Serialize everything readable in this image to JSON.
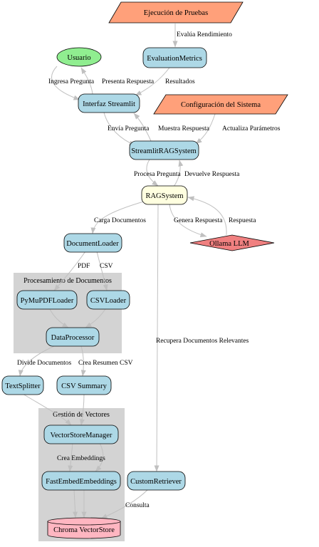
{
  "nodes": {
    "ejecucion": "Ejecución de Pruebas",
    "evaluation": "EvaluationMetrics",
    "usuario": "Usuario",
    "interfaz": "Interfaz Streamlit",
    "configuracion": "Configuración del Sistema",
    "streamlit_rag": "StreamlitRAGSystem",
    "rag": "RAGSystem",
    "document_loader": "DocumentLoader",
    "ollama": "Ollama LLM",
    "pymupdf": "PyMuPDFLoader",
    "csvloader": "CSVLoader",
    "dataprocessor": "DataProcessor",
    "textsplitter": "TextSplitter",
    "csvsummary": "CSV Summary",
    "vectorstore_manager": "VectorStoreManager",
    "fastembed": "FastEmbedEmbeddings",
    "custom_retriever": "CustomRetriever",
    "chroma": "Chroma VectorStore"
  },
  "clusters": {
    "procesamiento": "Procesamiento de Documentos",
    "gestion": "Gestión de Vectores"
  },
  "edges": {
    "evalua": "Evalúa Rendimiento",
    "ingresa": "Ingresa Pregunta",
    "presenta": "Presenta Respuesta",
    "resultados": "Resultados",
    "envia": "Envía Pregunta",
    "muestra": "Muestra Respuesta",
    "actualiza": "Actualiza Parámetros",
    "procesa": "Procesa Pregunta",
    "devuelve": "Devuelve Respuesta",
    "carga": "Carga Documentos",
    "genera": "Genera Respuesta",
    "respuesta": "Respuesta",
    "pdf": "PDF",
    "csv": "CSV",
    "recupera": "Recupera Documentos Relevantes",
    "divide": "Divide Documentos",
    "crea_resumen": "Crea Resumen CSV",
    "crea_embeddings": "Crea Embeddings",
    "consulta": "Consulta"
  },
  "colors": {
    "node_blue": "#add8e6",
    "node_green": "#90ee90",
    "node_salmon": "#ffa07a",
    "node_cream": "#ffffe0",
    "node_red": "#f08080",
    "node_pink": "#ffb6c1",
    "cluster_gray": "#d3d3d3",
    "edge_gray": "#c0c0c0"
  }
}
